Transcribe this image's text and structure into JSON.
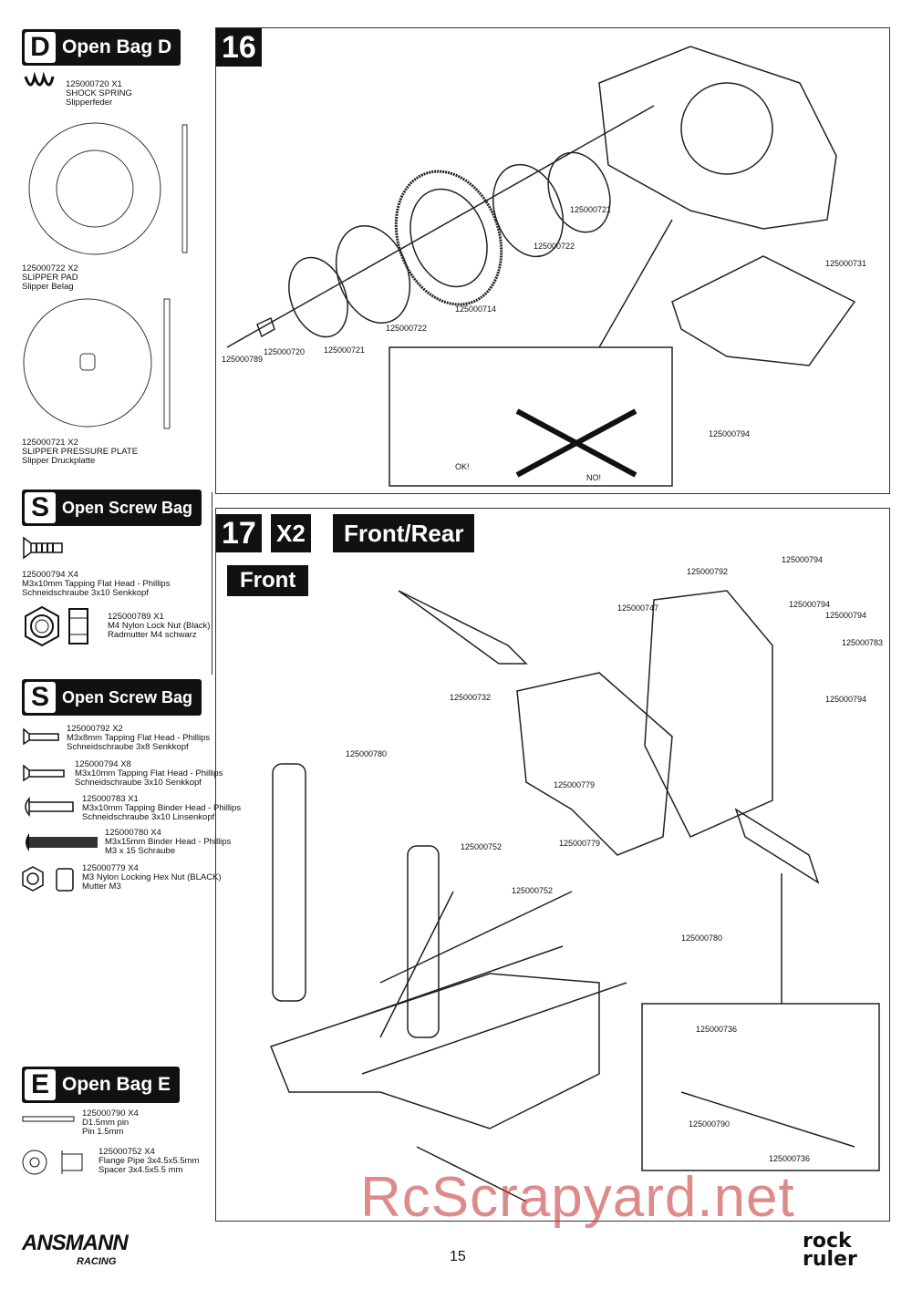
{
  "bag_d": {
    "letter": "D",
    "title": "Open Bag D",
    "items": [
      {
        "l1": "125000720 X1",
        "l2": "SHOCK SPRING",
        "l3": "Slipperfeder"
      },
      {
        "l1": "125000722 X2",
        "l2": "SLIPPER PAD",
        "l3": "Slipper Belag"
      },
      {
        "l1": "125000721 X2",
        "l2": "SLIPPER PRESSURE PLATE",
        "l3": "Slipper Druckplatte"
      }
    ]
  },
  "screw_bag_1": {
    "letter": "S",
    "title": "Open Screw Bag",
    "items": [
      {
        "l1": "125000794 X4",
        "l2": "M3x10mm Tapping Flat Head - Phillips",
        "l3": "Schneidschraube 3x10 Senkkopf"
      },
      {
        "l1": "125000789 X1",
        "l2": "M4 Nylon Lock Nut (Black)",
        "l3": "Radmutter M4 schwarz"
      }
    ]
  },
  "screw_bag_2": {
    "letter": "S",
    "title": "Open Screw Bag",
    "items": [
      {
        "l1": "125000792 X2",
        "l2": "M3x8mm Tapping Flat Head - Phillips",
        "l3": "Schneidschraube 3x8 Senkkopf"
      },
      {
        "l1": "125000794 X8",
        "l2": "M3x10mm Tapping Flat Head - Phillips",
        "l3": "Schneidschraube 3x10 Senkkopf"
      },
      {
        "l1": "125000783 X1",
        "l2": "M3x10mm Tapping Binder Head - Phillips",
        "l3": "Schneidschraube 3x10 Linsenkopf"
      },
      {
        "l1": "125000780 X4",
        "l2": "M3x15mm Binder Head - Phillips",
        "l3": "M3 x 15 Schraube"
      },
      {
        "l1": "125000779 X4",
        "l2": "M3 Nylon Locking Hex Nut (BLACK)",
        "l3": "Mutter M3"
      }
    ]
  },
  "bag_e": {
    "letter": "E",
    "title": "Open Bag E",
    "items": [
      {
        "l1": "125000790 X4",
        "l2": "D1.5mm pin",
        "l3": "Pin 1.5mm"
      },
      {
        "l1": "125000752 X4",
        "l2": "Flange Pipe 3x4.5x5.5mm",
        "l3": "Spacer 3x4.5x5.5 mm"
      }
    ]
  },
  "step16": {
    "number": "16",
    "labels": [
      "125000721",
      "125000722",
      "125000714",
      "125000722",
      "125000721",
      "125000720",
      "125000789",
      "125000731",
      "125000794"
    ],
    "ok": "OK!",
    "no": "NO!"
  },
  "step17": {
    "number": "17",
    "multiplier": "X2",
    "title": "Front/Rear",
    "subtitle": "Front",
    "labels": [
      "125000792",
      "125000794",
      "125000794",
      "125000794",
      "125000783",
      "125000794",
      "125000747",
      "125000732",
      "125000780",
      "125000779",
      "125000779",
      "125000752",
      "125000752",
      "125000780"
    ],
    "inset_labels": [
      "125000736",
      "125000790",
      "125000736"
    ]
  },
  "footer": {
    "brand": "ANSMANN",
    "brand_sub": "RACING",
    "page": "15",
    "product": "rock ruler"
  },
  "watermark": "RcScrapyard.net"
}
